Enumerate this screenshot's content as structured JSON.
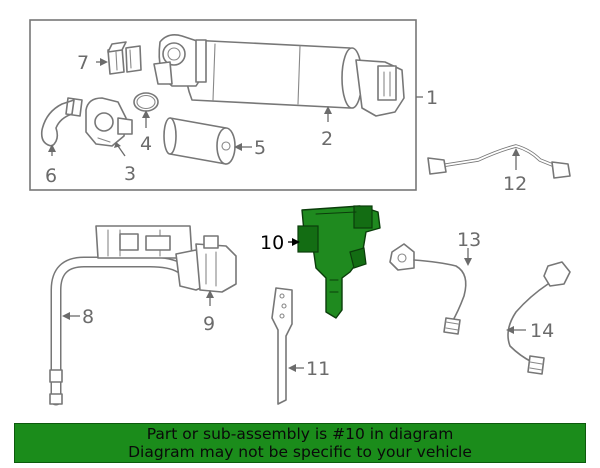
{
  "callouts": {
    "c1": "1",
    "c2": "2",
    "c3": "3",
    "c4": "4",
    "c5": "5",
    "c6": "6",
    "c7": "7",
    "c8": "8",
    "c9": "9",
    "c10": "10",
    "c11": "11",
    "c12": "12",
    "c13": "13",
    "c14": "14"
  },
  "highlight_part": "10",
  "colors": {
    "highlight": "#1f8a1f",
    "banner": "#1b8c1b",
    "linework": "#777777"
  },
  "banner": {
    "line1": "Part or sub-assembly is #10 in diagram",
    "line2": "Diagram may not be specific to your vehicle"
  }
}
